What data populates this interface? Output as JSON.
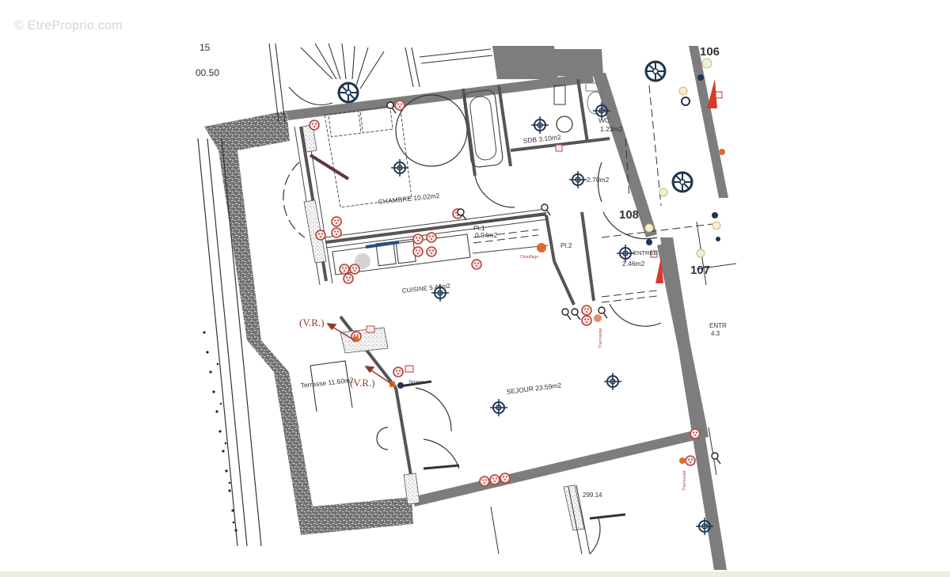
{
  "watermark": "© EtreProprio.com",
  "plan": {
    "top_left_labels": [
      "15",
      "00.50"
    ],
    "rooms": [
      {
        "id": "chambre",
        "label": "CHAMBRE 10.02m2"
      },
      {
        "id": "sdb",
        "label": "SDB 3.10m2"
      },
      {
        "id": "wc",
        "label": "WC"
      },
      {
        "id": "wc_area",
        "label": "1.23m2"
      },
      {
        "id": "degagement",
        "label": "2.70m2"
      },
      {
        "id": "pl1",
        "label": "Pl.1"
      },
      {
        "id": "pl1_area",
        "label": "0.94m2"
      },
      {
        "id": "pl2",
        "label": "Pl.2"
      },
      {
        "id": "entree",
        "label": "ENTREE"
      },
      {
        "id": "entree_area",
        "label": "2.46m2"
      },
      {
        "id": "cuisine",
        "label": "CUISINE 5.46m2"
      },
      {
        "id": "sejour",
        "label": "SEJOUR 23.59m2"
      },
      {
        "id": "terrasse",
        "label": "Terrasse 11.60m2"
      }
    ],
    "unit_numbers": [
      "108",
      "107",
      "106"
    ],
    "annotations": {
      "vr_1": "(V.R.)",
      "vr_2": "(V.R.)",
      "chauffage": "Chauffage",
      "terrasse_light": "Terrasse",
      "thermostat": "Thermostat",
      "level": "299.14",
      "entr_neighbor": "ENTR",
      "entr_neighbor_area": "4.3"
    },
    "colors": {
      "wall": "#7d7d7d",
      "outlet": "#b5443c",
      "light": "#1f3550",
      "heater": "#e06a2c",
      "alarm": "#d63a2a",
      "hedge": "#6f6f6f"
    }
  }
}
